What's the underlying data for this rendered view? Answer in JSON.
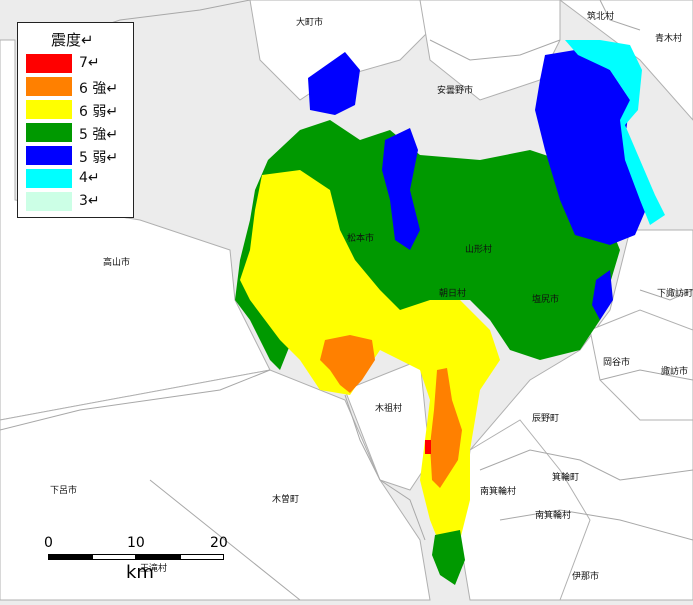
{
  "legend": {
    "title": "震度↵",
    "items": [
      {
        "label": "7↵",
        "color": "#ff0000"
      },
      {
        "label": "6 強↵",
        "color": "#ff8000"
      },
      {
        "label": "6 弱↵",
        "color": "#ffff00"
      },
      {
        "label": "5 強↵",
        "color": "#009900"
      },
      {
        "label": "5 弱↵",
        "color": "#0000ff"
      },
      {
        "label": "4↵",
        "color": "#00ffff"
      },
      {
        "label": "3↵",
        "color": "#ccffe6"
      }
    ]
  },
  "towns": {
    "omachi": "大町市",
    "chikuhoku": "筑北村",
    "aoki": "青木村",
    "azumino": "安曇野市",
    "takayama": "高山市",
    "matsumoto": "松本市",
    "yamagata": "山形村",
    "asahi": "朝日村",
    "shiojiri": "塩尻市",
    "shimosuwa": "下諏訪町",
    "okaya": "岡谷市",
    "suwa": "諏訪市",
    "kiso_village": "木祖村",
    "tatsuno": "辰野町",
    "minowa": "箕輪町",
    "minamiminowa1": "南箕輪村",
    "minamiminowa2": "南箕輪村",
    "gero": "下呂市",
    "kiso_town": "木曽町",
    "agematsu": "王滝村",
    "ina": "伊那市"
  },
  "scale": {
    "ticks": [
      "0",
      "10",
      "20"
    ],
    "unit": "km"
  },
  "colors": {
    "background": "#ececec",
    "municipality": "#ffffff",
    "boundary": "#b0b0b0"
  }
}
